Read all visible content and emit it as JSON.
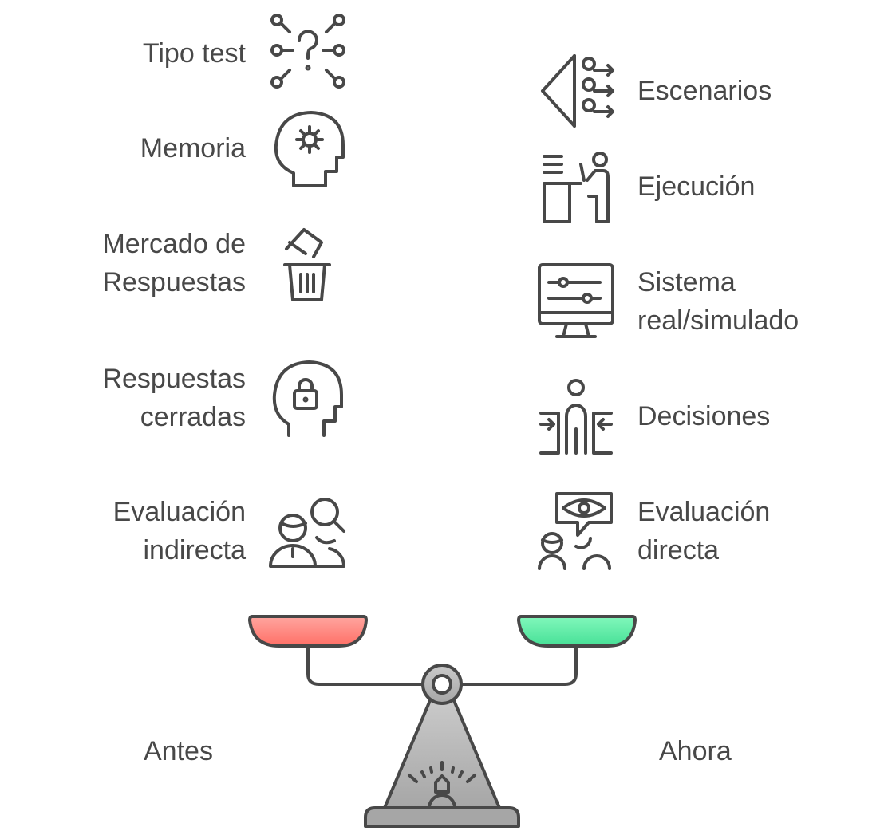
{
  "left_items": [
    {
      "lines": [
        "Tipo test"
      ],
      "icon": "question-network-icon"
    },
    {
      "lines": [
        "Memoria"
      ],
      "icon": "head-gear-icon"
    },
    {
      "lines": [
        "Mercado de",
        "Respuestas"
      ],
      "icon": "trash-bin-icon"
    },
    {
      "lines": [
        "Respuestas",
        "cerradas"
      ],
      "icon": "head-lock-icon"
    },
    {
      "lines": [
        "Evaluación",
        "indirecta"
      ],
      "icon": "people-magnifier-icon"
    }
  ],
  "right_items": [
    {
      "lines": [
        "Escenarios"
      ],
      "icon": "scenarios-arrows-icon"
    },
    {
      "lines": [
        "Ejecución"
      ],
      "icon": "person-desk-icon"
    },
    {
      "lines": [
        "Sistema",
        "real/simulado"
      ],
      "icon": "monitor-sliders-icon"
    },
    {
      "lines": [
        "Decisiones"
      ],
      "icon": "person-doors-icon"
    },
    {
      "lines": [
        "Evaluación",
        "directa"
      ],
      "icon": "eye-speech-people-icon"
    }
  ],
  "scale": {
    "left_label": "Antes",
    "right_label": "Ahora"
  },
  "colors": {
    "text": "#484848",
    "left_pan": "#ff7b74",
    "right_pan": "#4fe39a",
    "base": "#b0b0b0"
  }
}
